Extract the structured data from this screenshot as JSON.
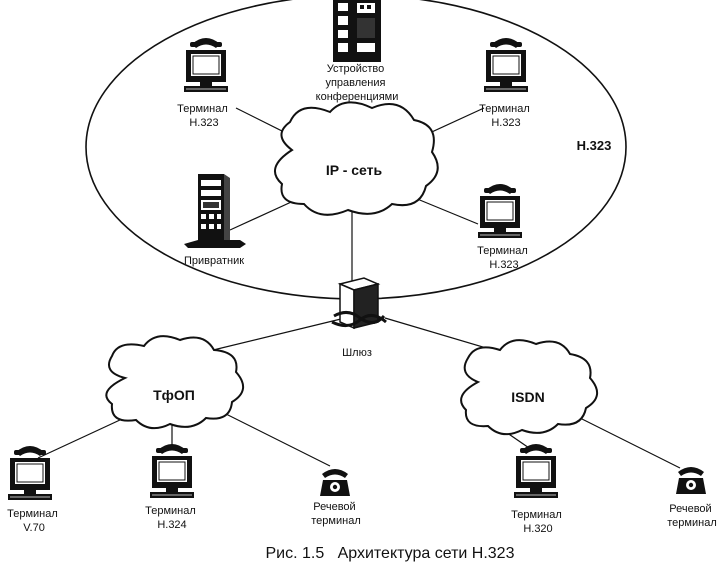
{
  "labels": {
    "conference_unit": [
      "Устройство",
      "управления",
      "конференциями"
    ],
    "terminal_tl": [
      "Терминал",
      "Н.323"
    ],
    "terminal_tr": [
      "Терминал",
      "Н.323"
    ],
    "terminal_r": [
      "Терминал",
      "Н.323"
    ],
    "gatekeeper": "Привратник",
    "ip_network": "IP - сеть",
    "h323_zone": "Н.323",
    "gateway": "Шлюз",
    "pstn": "ТфОП",
    "isdn": "ISDN",
    "terminal_v70": [
      "Терминал",
      "V.70"
    ],
    "terminal_h324": [
      "Терминал",
      "Н.324"
    ],
    "voice_terminal_l": [
      "Речевой",
      "терминал"
    ],
    "terminal_h320": [
      "Терминал",
      "Н.320"
    ],
    "voice_terminal_r": [
      "Речевой",
      "терминал"
    ]
  },
  "caption": "Рис. 1.5   Архитектура сети Н.323",
  "icons": {
    "terminal": "terminal-icon",
    "phone": "telephone-icon",
    "server": "server-rack-icon",
    "gateway": "gateway-icon"
  }
}
